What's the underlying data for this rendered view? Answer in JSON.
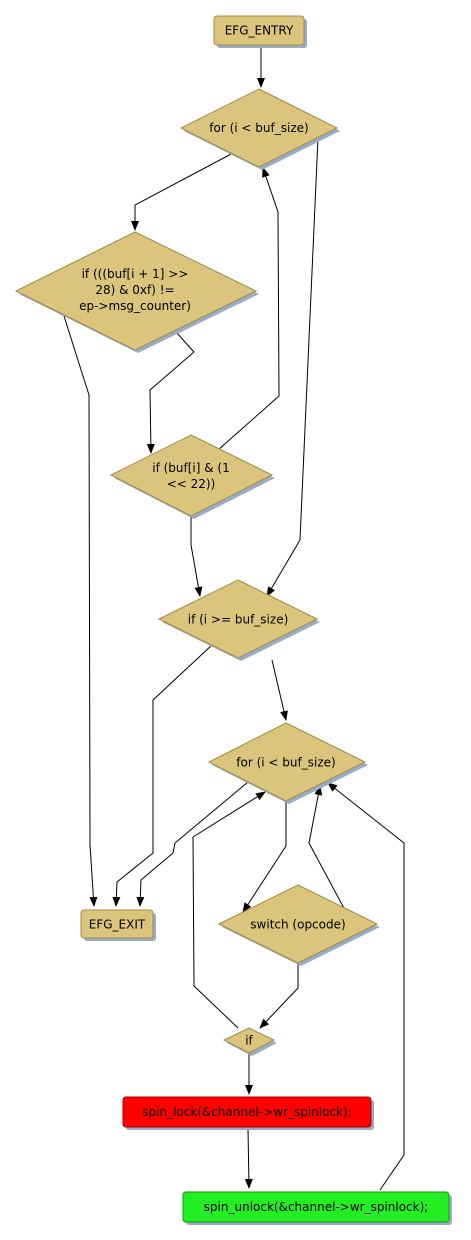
{
  "nodes": {
    "entry": {
      "label": "EFG_ENTRY"
    },
    "for1": {
      "label": "for (i < buf_size)"
    },
    "if1": {
      "lines": [
        "if (((buf[i + 1] >>",
        "28) & 0xf) !=",
        "ep->msg_counter)"
      ]
    },
    "if2": {
      "lines": [
        "if (buf[i] & (1",
        "<< 22))"
      ]
    },
    "if3": {
      "label": "if (i >= buf_size)"
    },
    "for2": {
      "label": "for (i < buf_size)"
    },
    "exit": {
      "label": "EFG_EXIT"
    },
    "switch": {
      "label": "switch (opcode)"
    },
    "if4": {
      "label": "if"
    },
    "lock": {
      "label": "spin_lock(&channel->wr_spinlock);"
    },
    "unlock": {
      "label": "spin_unlock(&channel->wr_spinlock);"
    }
  },
  "colors": {
    "node_fill": "#dbc57d",
    "node_border": "#a08a48",
    "shadow": "#9aabc4",
    "lock_fill": "#ff0000",
    "unlock_fill": "#22ee22",
    "edge": "#000000"
  }
}
